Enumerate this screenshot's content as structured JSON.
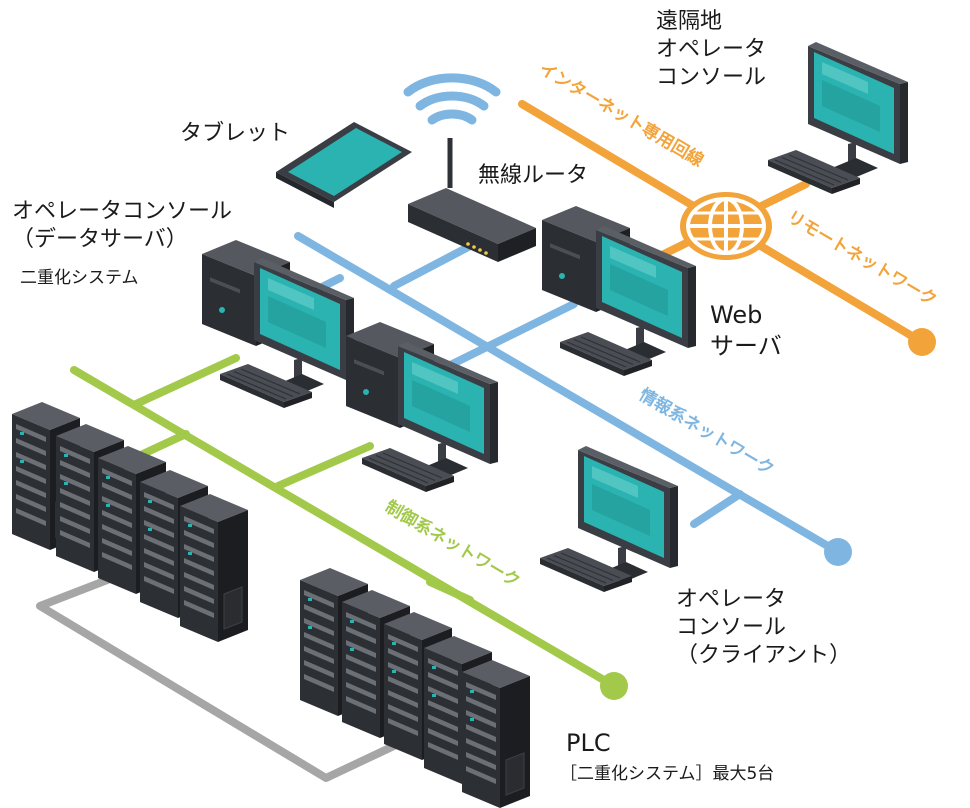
{
  "labels": {
    "remote_console": [
      "遠隔地",
      "オペレータ",
      "コンソール"
    ],
    "tablet": "タブレット",
    "wireless_router": "無線ルータ",
    "operator_console_server": [
      "オペレータコンソール",
      "（データサーバ）"
    ],
    "redundant_system": "二重化システム",
    "web_server": [
      "Web",
      "サーバ"
    ],
    "operator_console_client": [
      "オペレータ",
      "コンソール",
      "（クライアント）"
    ],
    "plc": "PLC",
    "plc_note": "［二重化システム］最大5台"
  },
  "networks": {
    "internet": "インターネット専用回線",
    "remote": "リモートネットワーク",
    "info": "情報系ネットワーク",
    "control": "制御系ネットワーク"
  },
  "colors": {
    "orange": "#F2A33A",
    "blue": "#7FB6E1",
    "green": "#A2C94A",
    "gray": "#A6A6A6",
    "screen": "#2BB3B1",
    "dark": "#2E3135"
  },
  "icons": [
    "wifi-icon",
    "globe-icon",
    "tablet-icon",
    "router-icon",
    "desktop-pc-icon",
    "monitor-icon",
    "keyboard-icon",
    "server-rack-icon"
  ]
}
